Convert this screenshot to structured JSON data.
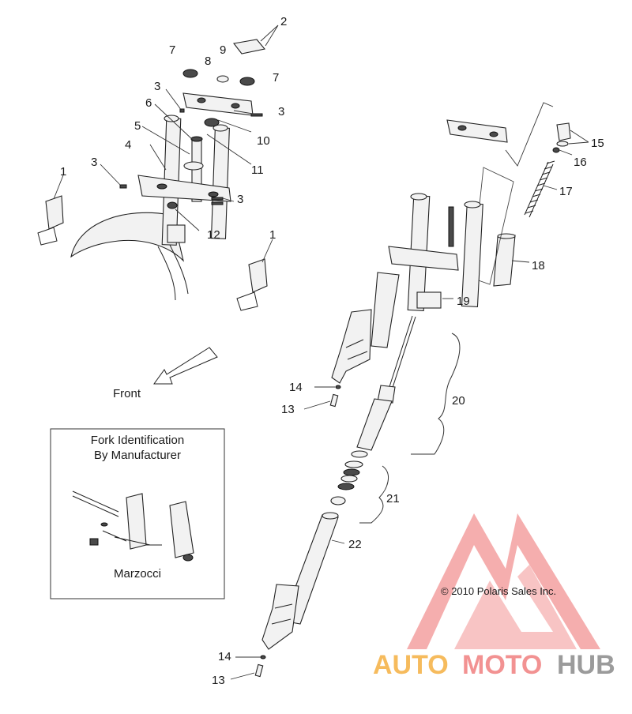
{
  "callouts": {
    "c1a": "1",
    "c1b": "1",
    "c2": "2",
    "c3a": "3",
    "c3b": "3",
    "c3c": "3",
    "c3d": "3",
    "c4": "4",
    "c5": "5",
    "c6": "6",
    "c7a": "7",
    "c7b": "7",
    "c8": "8",
    "c9": "9",
    "c10": "10",
    "c11": "11",
    "c12": "12",
    "c13a": "13",
    "c13b": "13",
    "c14a": "14",
    "c14b": "14",
    "c15": "15",
    "c16": "16",
    "c17": "17",
    "c18": "18",
    "c19": "19",
    "c20": "20",
    "c21": "21",
    "c22": "22"
  },
  "direction_label": "Front",
  "inset": {
    "title_line1": "Fork Identification",
    "title_line2": "By Manufacturer",
    "manufacturer": "Marzocci"
  },
  "copyright": "© 2010 Polaris Sales Inc.",
  "watermark": {
    "part1": "AUTO",
    "part2": "MOTO",
    "part3": "HUB",
    "color_orange": "#f5b041",
    "color_red": "#f08080",
    "color_gray": "#8a8a8a"
  }
}
